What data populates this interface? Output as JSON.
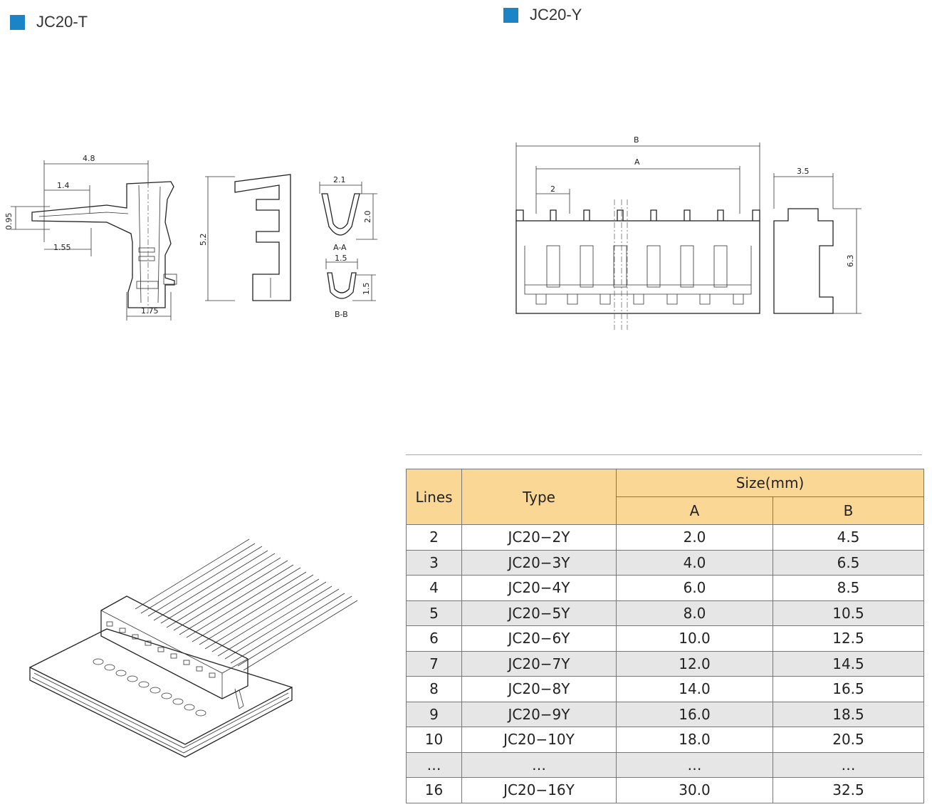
{
  "left_title": "JC20-T",
  "right_title": "JC20-Y",
  "terminal_dims": {
    "d1": "4.8",
    "d2": "1.4",
    "d3": "0.95",
    "d4": "1.55",
    "d5": "1.75",
    "d6": "5.2",
    "d7": "2.1",
    "d8": "2.0",
    "sec_a": "A-A",
    "d9": "1.5",
    "d10": "1.5",
    "sec_b": "B-B"
  },
  "housing_dims": {
    "b": "B",
    "a": "A",
    "pitch": "2",
    "depth": "3.5",
    "height": "6.3"
  },
  "table": {
    "header": {
      "lines": "Lines",
      "type": "Type",
      "size": "Size(mm)",
      "a": "A",
      "b": "B"
    },
    "rows": [
      {
        "lines": "2",
        "type": "JC20−2Y",
        "a": "2.0",
        "b": "4.5"
      },
      {
        "lines": "3",
        "type": "JC20−3Y",
        "a": "4.0",
        "b": "6.5"
      },
      {
        "lines": "4",
        "type": "JC20−4Y",
        "a": "6.0",
        "b": "8.5"
      },
      {
        "lines": "5",
        "type": "JC20−5Y",
        "a": "8.0",
        "b": "10.5"
      },
      {
        "lines": "6",
        "type": "JC20−6Y",
        "a": "10.0",
        "b": "12.5"
      },
      {
        "lines": "7",
        "type": "JC20−7Y",
        "a": "12.0",
        "b": "14.5"
      },
      {
        "lines": "8",
        "type": "JC20−8Y",
        "a": "14.0",
        "b": "16.5"
      },
      {
        "lines": "9",
        "type": "JC20−9Y",
        "a": "16.0",
        "b": "18.5"
      },
      {
        "lines": "10",
        "type": "JC20−10Y",
        "a": "18.0",
        "b": "20.5"
      },
      {
        "lines": "…",
        "type": "…",
        "a": "…",
        "b": "…"
      },
      {
        "lines": "16",
        "type": "JC20−16Y",
        "a": "30.0",
        "b": "32.5"
      }
    ]
  }
}
